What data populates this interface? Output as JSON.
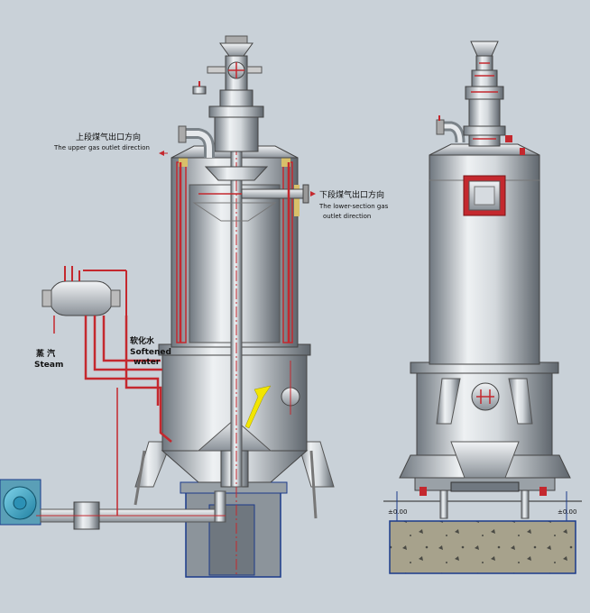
{
  "labels": {
    "upper_cn": "上段煤气出口方向",
    "upper_en": "The upper gas outlet direction",
    "lower_cn": "下段煤气出口方向",
    "lower_en1": "The lower-section gas",
    "lower_en2": "outlet direction",
    "steam_cn": "蒸 汽",
    "steam_en": "Steam",
    "water_cn": "软化水",
    "water_en1": "Softened",
    "water_en2": "water",
    "level_left": "±0.00",
    "level_right": "±0.00"
  },
  "colors": {
    "background": "#c9d1d8",
    "metal_light": "#e9ecef",
    "metal_dark": "#7d858d",
    "pipe_red": "#c4282e",
    "insulation": "#d8c06a",
    "ground": "#a7a28c",
    "ground_outline": "#1b3a8a",
    "blower": "#3aa8c9",
    "yellow_arrow": "#f2e600"
  }
}
